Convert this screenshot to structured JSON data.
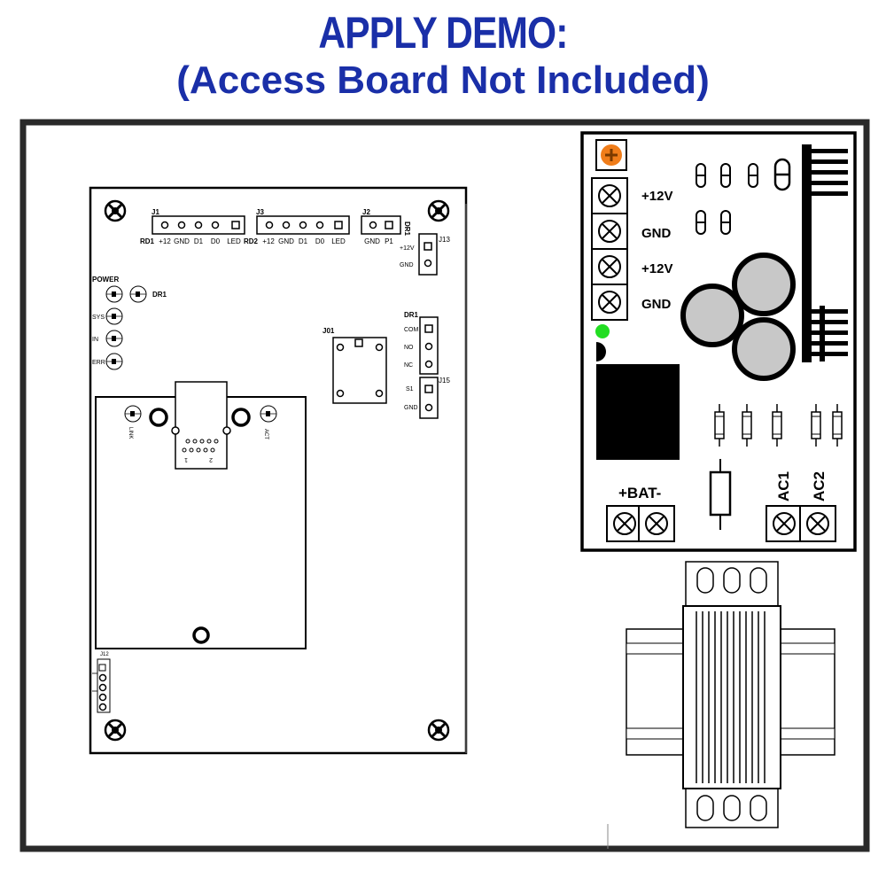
{
  "header": {
    "title": "APPLY DEMO:",
    "subtitle": "(Access Board Not Included)",
    "title_color": "#1a2fa8"
  },
  "access_board": {
    "j1": {
      "name": "J1",
      "reader": "RD1",
      "pins": [
        "+12",
        "GND",
        "D1",
        "D0",
        "LED"
      ]
    },
    "j3": {
      "name": "J3",
      "reader": "RD2",
      "pins": [
        "+12",
        "GND",
        "D1",
        "D0",
        "LED"
      ]
    },
    "j2": {
      "name": "J2",
      "side": "DR1",
      "pins": [
        "GND",
        "P1"
      ]
    },
    "j13": {
      "name": "J13",
      "pins": [
        "+12V",
        "GND"
      ]
    },
    "leds": {
      "power": "POWER",
      "dr1": "DR1",
      "sys": "SYS",
      "in": "IN",
      "err": "ERR"
    },
    "j01": "J01",
    "dr1_header": {
      "name": "DR1",
      "pins": [
        "COM",
        "NO",
        "NC"
      ]
    },
    "j15": {
      "name": "J15",
      "pins": [
        "S1",
        "GND"
      ]
    },
    "network": {
      "link": "LINK",
      "act": "ACT",
      "pin1": "1",
      "pin2": "2"
    },
    "j12": "J12"
  },
  "power_supply": {
    "outputs": [
      "+12V",
      "GND",
      "+12V",
      "GND"
    ],
    "battery_label": "+BAT-",
    "ac1_label": "AC1",
    "ac2_label": "AC2",
    "adjust_color": "#f07d1a",
    "led_color": "#22dd22"
  }
}
